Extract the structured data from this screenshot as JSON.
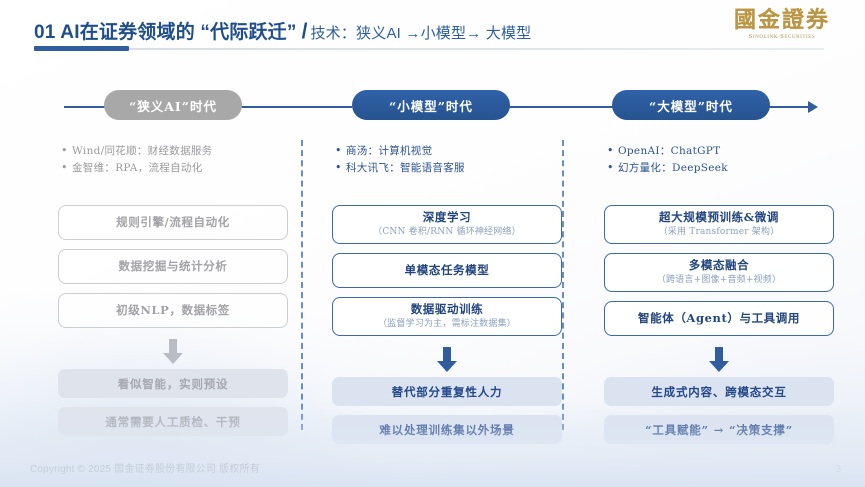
{
  "header": {
    "title_main": "01 AI在证券领域的 “代际跃迁”",
    "slash": "/",
    "title_sub": "技术：狭义AI →小模型→ 大模型",
    "accent_color": "#2f5d9e"
  },
  "logo": {
    "chinese": "國金證券",
    "english": "Sinolink Securities",
    "color": "#b8913f"
  },
  "timeline": {
    "stages": [
      {
        "label": "“狭义AI”时代",
        "color": "#a8a8a8",
        "state": "past"
      },
      {
        "label": "“小模型”时代",
        "color": "#2f62a8",
        "state": "current"
      },
      {
        "label": "“大模型”时代",
        "color": "#2f62a8",
        "state": "future"
      }
    ]
  },
  "columns": [
    {
      "id": "narrow-ai",
      "theme": "gray",
      "bullets": [
        "Wind/同花顺：财经数据服务",
        "金智维：RPA，流程自动化"
      ],
      "capabilities": [
        {
          "title": "规则引擎/流程自动化",
          "sub": ""
        },
        {
          "title": "数据挖掘与统计分析",
          "sub": ""
        },
        {
          "title": "初级NLP，数据标签",
          "sub": ""
        }
      ],
      "arrow_color": "#b9bcc4",
      "results": [
        "看似智能，实则预设",
        "通常需要人工质检、干预"
      ]
    },
    {
      "id": "small-model",
      "theme": "blue",
      "bullets": [
        "商汤：计算机视觉",
        "科大讯飞：智能语音客服"
      ],
      "capabilities": [
        {
          "title": "深度学习",
          "sub": "（CNN 卷积/RNN 循环神经网络）"
        },
        {
          "title": "单模态任务模型",
          "sub": ""
        },
        {
          "title": "数据驱动训练",
          "sub": "（监督学习为主，需标注数据集）"
        }
      ],
      "arrow_color": "#2f5d9e",
      "results": [
        "替代部分重复性人力",
        "难以处理训练集以外场景"
      ]
    },
    {
      "id": "large-model",
      "theme": "blue",
      "bullets": [
        "OpenAI：ChatGPT",
        "幻方量化：DeepSeek"
      ],
      "capabilities": [
        {
          "title": "超大规模预训练&微调",
          "sub": "（采用 Transformer 架构）"
        },
        {
          "title": "多模态融合",
          "sub": "（跨语言+图像+音频+视频）"
        },
        {
          "title": "智能体（Agent）与工具调用",
          "sub": ""
        }
      ],
      "arrow_color": "#2f5d9e",
      "results": [
        "生成式内容、跨模态交互",
        "“工具赋能” → “决策支撑”"
      ]
    }
  ],
  "footer": {
    "copyright": "Copyright © 2025 国金证券股份有限公司 版权所有",
    "page_number": "3"
  }
}
